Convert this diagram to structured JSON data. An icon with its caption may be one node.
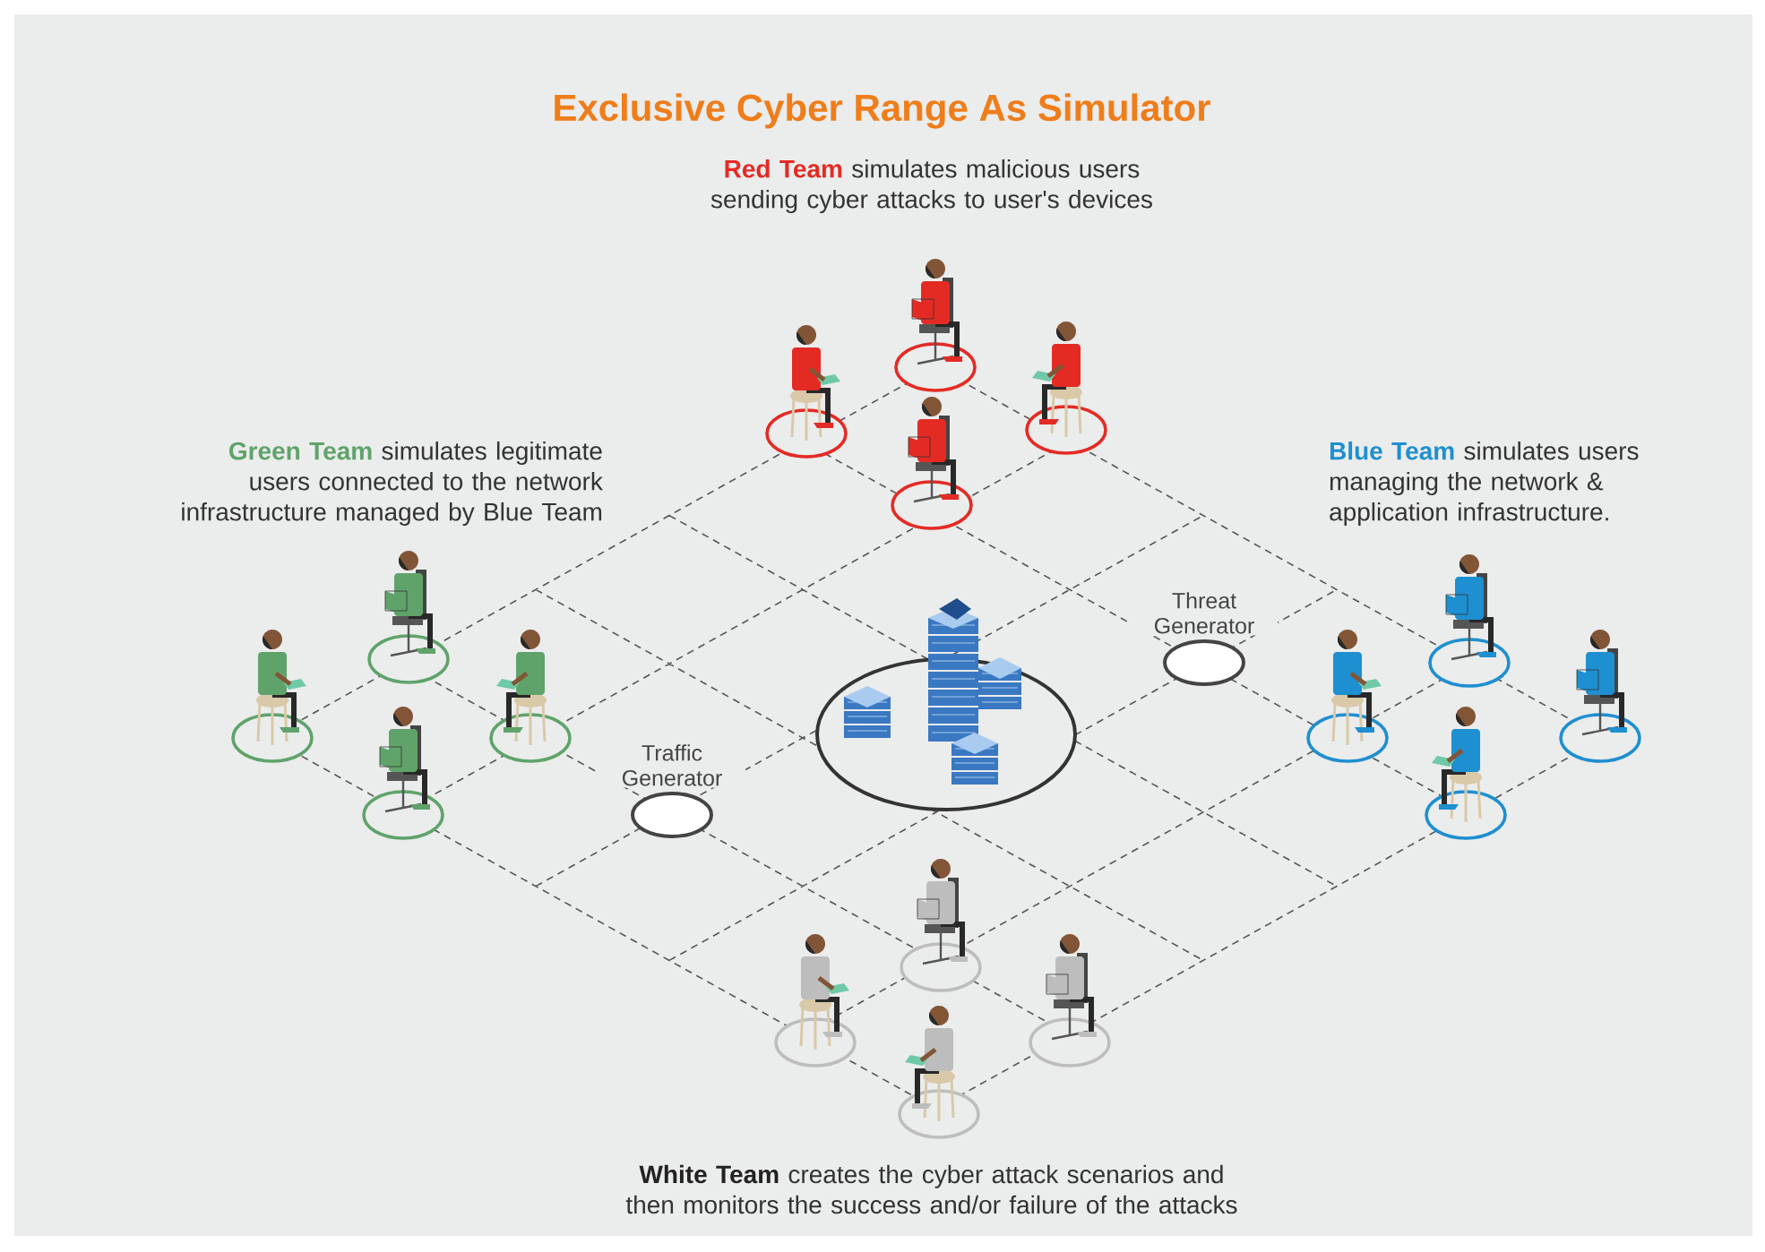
{
  "diagram": {
    "title": "Exclusive Cyber Range As Simulator",
    "nodes": [
      {
        "text": [],
        "shape": "person"
      },
      {
        "text": [],
        "shape": "person"
      },
      {
        "text": [],
        "shape": "person"
      },
      {
        "text": [],
        "shape": "person"
      },
      {
        "text": [],
        "shape": "person"
      },
      {
        "text": [],
        "shape": "person"
      },
      {
        "text": [],
        "shape": "person"
      },
      {
        "text": [],
        "shape": "person"
      },
      {
        "text": [],
        "shape": "circle",
        "beside": [
          "Threat Generator"
        ]
      },
      {
        "text": [],
        "shape": "picture"
      },
      {
        "text": [],
        "shape": "circle",
        "beside": [
          "Traffic Generator"
        ]
      },
      {
        "text": [],
        "shape": "person"
      },
      {
        "text": [],
        "shape": "person"
      },
      {
        "text": [],
        "shape": "person"
      },
      {
        "text": [],
        "shape": "person"
      },
      {
        "text": [],
        "shape": "person"
      },
      {
        "text": [],
        "shape": "person"
      },
      {
        "text": [],
        "shape": "person"
      },
      {
        "text": [],
        "shape": "person"
      }
    ],
    "edges": [],
    "labels": [
      "**Red Team** simulates malicious users sending cyber attacks to user's devices",
      "**Green Team** simulates legitimate users connected to the network infrastructure managed by Blue Team",
      "**Blue Team** simulates users managing the network & application infrastructure.",
      "**White Team** creates the cyber attack scenarios and then monitors the success and/or failure of the attacks"
    ]
  }
}
